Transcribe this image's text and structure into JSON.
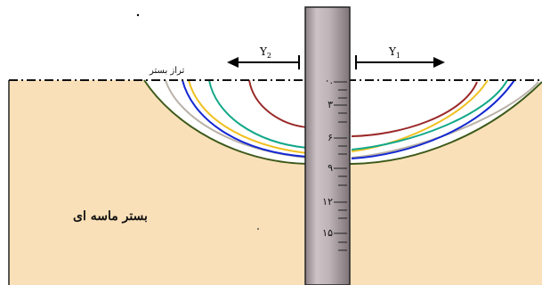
{
  "labels": {
    "bed_level": "تراز بستر",
    "sand_bed": "بستر ماسه ای",
    "y1_label": "Y",
    "y1_sub": "1",
    "y2_label": "Y",
    "y2_sub": "2"
  },
  "scale": {
    "ticks": [
      "۰.",
      "۳",
      "۶",
      "۹",
      "۱۲",
      "۱۵"
    ]
  },
  "colors": {
    "sand": "#fae0b8",
    "pier": "#c5babd",
    "pier_shade": "#8f8488",
    "scour_outer": "#3d5a1a",
    "profile_gray": "#b9b1a6",
    "profile_yellow": "#f0c020",
    "profile_blue": "#1428d2",
    "profile_teal": "#12a888",
    "profile_maroon": "#9a2828"
  }
}
